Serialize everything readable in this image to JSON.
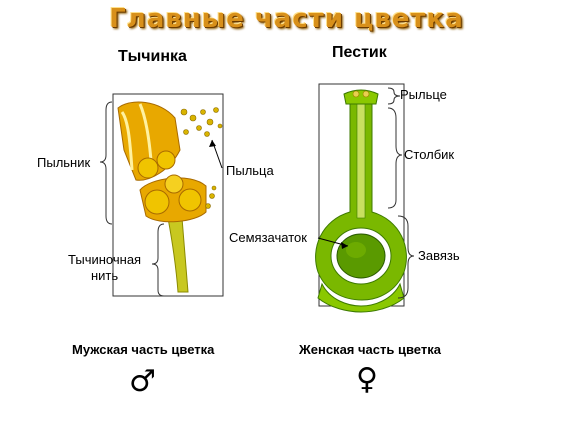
{
  "title": "Главные части цветка",
  "stamen": {
    "heading": "Тычинка",
    "labels": {
      "anther": "Пыльник",
      "pollen": "Пыльца",
      "filament_line1": "Тычиночная",
      "filament_line2": "нить"
    },
    "caption": "Мужская часть цветка",
    "symbol": "♂"
  },
  "pistil": {
    "heading": "Пестик",
    "labels": {
      "stigma": "Рыльце",
      "style": "Столбик",
      "ovule": "Семязачаток",
      "ovary": "Завязь"
    },
    "caption": "Женская часть цветка",
    "symbol": "♀"
  },
  "colors": {
    "title": "#d8901a",
    "anther": "#e8a800",
    "pollen": "#d9b400",
    "pistil": "#7ab800",
    "pistil_dark": "#3d7a00"
  }
}
